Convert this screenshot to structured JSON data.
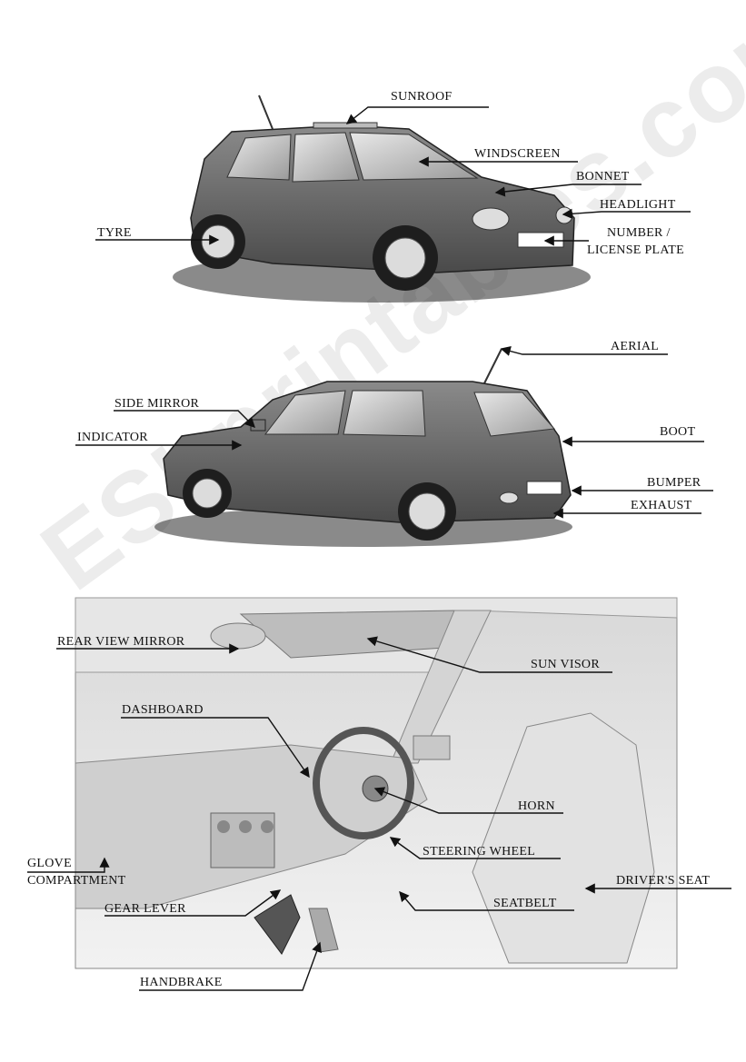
{
  "watermark": "ESLprintables.com",
  "labels": {
    "sunroof": "SUNROOF",
    "windscreen": "WINDSCREEN",
    "bonnet": "BONNET",
    "headlight": "HEADLIGHT",
    "tyre": "TYRE",
    "number_plate_1": "NUMBER /",
    "number_plate_2": "LICENSE PLATE",
    "aerial": "AERIAL",
    "side_mirror": "SIDE MIRROR",
    "indicator": "INDICATOR",
    "boot": "BOOT",
    "bumper": "BUMPER",
    "exhaust": "EXHAUST",
    "rear_view_mirror": "REAR VIEW MIRROR",
    "sun_visor": "SUN VISOR",
    "dashboard": "DASHBOARD",
    "horn": "HORN",
    "steering_wheel": "STEERING WHEEL",
    "glove_1": "GLOVE",
    "glove_2": "COMPARTMENT",
    "drivers_seat": "DRIVER'S SEAT",
    "gear_lever": "GEAR LEVER",
    "seatbelt": "SEATBELT",
    "handbrake": "HANDBRAKE"
  }
}
